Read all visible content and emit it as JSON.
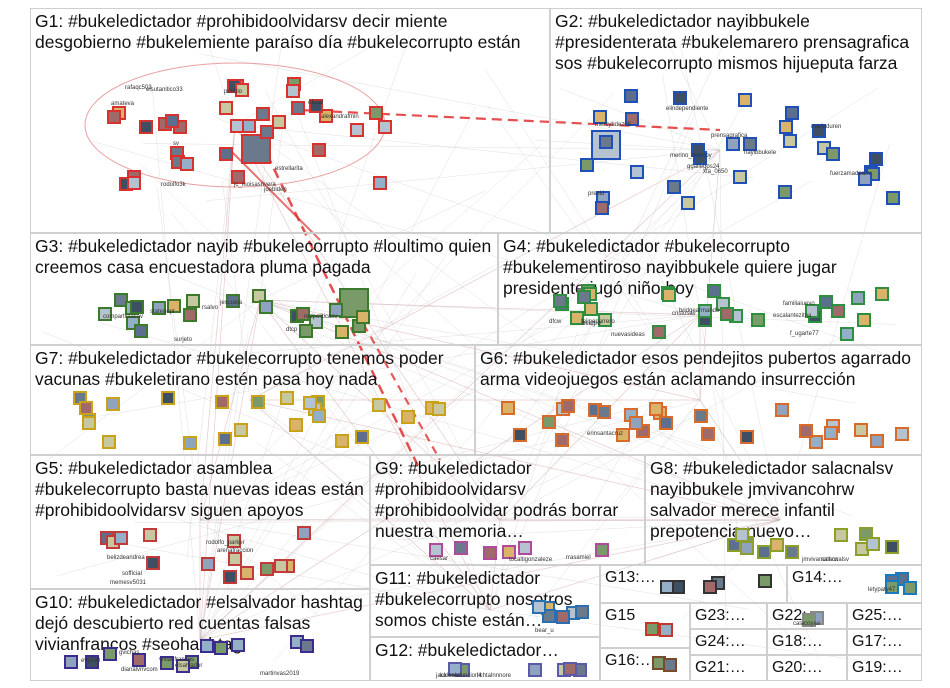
{
  "panels": [
    {
      "id": "G1",
      "title": "G1: #bukeledictador #prohibidoolvidarsv decir miente desgobierno #bukelemiente paraíso día #bukelecorrupto están",
      "color": "#d8322e"
    },
    {
      "id": "G2",
      "title": "G2: #bukeledictador nayibbukele #presidenterata #bukelemarero prensagrafica sos #bukelecorrupto mismos hijueputa farza",
      "color": "#1f4fb8"
    },
    {
      "id": "G3",
      "title": "G3: #bukeledictador nayib #bukelecorrupto #loultimo quien creemos casa encuestadora pluma pagada",
      "color": "#3a7a2a"
    },
    {
      "id": "G4",
      "title": "G4: #bukeledictador #bukelecorrupto #bukelementiroso nayibbukele quiere jugar presidente jugó niño hoy",
      "color": "#2e8f3e"
    },
    {
      "id": "G7",
      "title": "G7: #bukeledictador #bukelecorrupto tenemos poder vacunas #bukeletirano estén pasa hoy nada",
      "color": "#c9a21a"
    },
    {
      "id": "G6",
      "title": "G6: #bukeledictador esos pendejitos pubertos agarrado arma videojuegos están aclamando insurrección",
      "color": "#d86a2a"
    },
    {
      "id": "G5",
      "title": "G5: #bukeledictador asamblea #bukelecorrupto basta nuevas ideas están #prohibidoolvidarsv siguen apoyos",
      "color": "#c23b3b"
    },
    {
      "id": "G9",
      "title": "G9: #bukeledictador #prohibidoolvidarsv #prohibidoolvidar podrás borrar nuestra memoria…",
      "color": "#b04a9a"
    },
    {
      "id": "G8",
      "title": "G8: #bukeledictador salacnalsv nayibbukele jmvivancohrw salvador merece infantil prepotencia nuevo…",
      "color": "#8aa02a"
    },
    {
      "id": "G10",
      "title": "G10: #bukeledictador #elsalvador hashtag dejó descubierto red cuentas falsas vivianfrancos #seohashtag",
      "color": "#3b2c8f"
    },
    {
      "id": "G11",
      "title": "G11: #bukeledictador #bukelecorrupto nosotros somos chiste están…",
      "color": "#2a6fb0"
    },
    {
      "id": "G12",
      "title": "G12: #bukeledictador…",
      "color": "#5a5aa8"
    },
    {
      "id": "G13",
      "title": "G13:…",
      "color": "#333333"
    },
    {
      "id": "G14",
      "title": "G14:…",
      "color": "#1a7abf"
    },
    {
      "id": "G15",
      "title": "G15",
      "color": "#c0392b"
    },
    {
      "id": "G16",
      "title": "G16:…",
      "color": "#7a4a2a"
    },
    {
      "id": "G23",
      "title": "G23:…",
      "color": "#888888"
    },
    {
      "id": "G22",
      "title": "G22:…",
      "color": "#888888"
    },
    {
      "id": "G25",
      "title": "G25:…",
      "color": "#888888"
    },
    {
      "id": "G24",
      "title": "G24:…",
      "color": "#888888"
    },
    {
      "id": "G18",
      "title": "G18:…",
      "color": "#888888"
    },
    {
      "id": "G17",
      "title": "G17:…",
      "color": "#888888"
    },
    {
      "id": "G21",
      "title": "G21:…",
      "color": "#888888"
    },
    {
      "id": "G20",
      "title": "G20:…",
      "color": "#888888"
    },
    {
      "id": "G19",
      "title": "G19:…",
      "color": "#888888"
    }
  ],
  "node_labels": {
    "G1": [
      "alexandrafmin",
      "amateva",
      "estrellarita",
      "joebiden",
      "rodolfo3k",
      "elsutanitico33",
      "rafaqc503",
      "jc_moisasrivera",
      "oficial",
      "pueblo",
      "sv"
    ],
    "G2": [
      "naylbbukele",
      "marioduren",
      "merino_monroy",
      "fuerzamadeasv",
      "mercyhdez05",
      "prensagrafica",
      "ggallegos24",
      "elindependiente",
      "presid",
      "xfa_0650"
    ],
    "G3": [
      "redpoliticasv",
      "statedept",
      "comparticiasav",
      "surjeto",
      "dtcp",
      "jescuela",
      "rsalvo"
    ],
    "G4": [
      "beagro",
      "bridgearmando",
      "f_ugarte77",
      "nuevasideas",
      "felipeparrero",
      "familiaiuevo",
      "cristosav",
      "dfcw",
      "escalantezitna"
    ],
    "G6": [
      "erinsantacruz"
    ],
    "G5": [
      "arenafraccion",
      "memesv5031",
      "rodolfo_parker",
      "sofficial",
      "belizdeandrea"
    ],
    "G9": [
      "tocaltigonzaleze",
      "caesar",
      "rrasamiel"
    ],
    "G8": [
      "jmvivancohrw",
      "salacnalsv"
    ],
    "G10": [
      "vivianfrancos",
      "martinvas2019",
      "evy198",
      "dianalvrivcom",
      "elsalvador",
      "gvichas"
    ],
    "G12": [
      "karenlel",
      "jackiesasuncion4",
      "lichtalnnnore"
    ],
    "G11": [
      "bear_u"
    ],
    "G14": [
      "letypaty47"
    ],
    "G22": [
      "calacoyaa"
    ]
  }
}
